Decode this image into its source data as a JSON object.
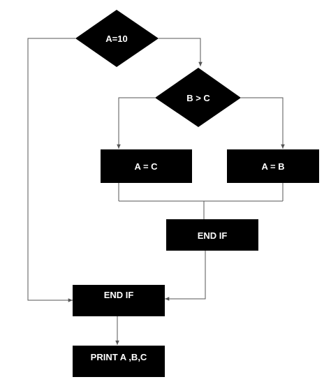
{
  "diagram": {
    "type": "flowchart",
    "nodes": {
      "decision_a": {
        "shape": "diamond",
        "label": "A=10"
      },
      "decision_b": {
        "shape": "diamond",
        "label": "B > C"
      },
      "assign_a_c": {
        "shape": "rectangle",
        "label": "A = C"
      },
      "assign_a_b": {
        "shape": "rectangle",
        "label": "A = B"
      },
      "end_if_inner": {
        "shape": "rectangle",
        "label": "END IF"
      },
      "end_if_outer": {
        "shape": "rectangle",
        "label": "END IF"
      },
      "print": {
        "shape": "rectangle",
        "label": "PRINT A ,B,C"
      }
    },
    "edges": [
      {
        "from": "decision_a",
        "to": "decision_b"
      },
      {
        "from": "decision_a",
        "to": "end_if_outer"
      },
      {
        "from": "decision_b",
        "to": "assign_a_c"
      },
      {
        "from": "decision_b",
        "to": "assign_a_b"
      },
      {
        "from": "assign_a_c",
        "to": "end_if_inner"
      },
      {
        "from": "assign_a_b",
        "to": "end_if_inner"
      },
      {
        "from": "end_if_inner",
        "to": "end_if_outer"
      },
      {
        "from": "end_if_outer",
        "to": "print"
      }
    ],
    "colors": {
      "shape_fill": "#000000",
      "text": "#ffffff",
      "line": "#555555"
    }
  }
}
